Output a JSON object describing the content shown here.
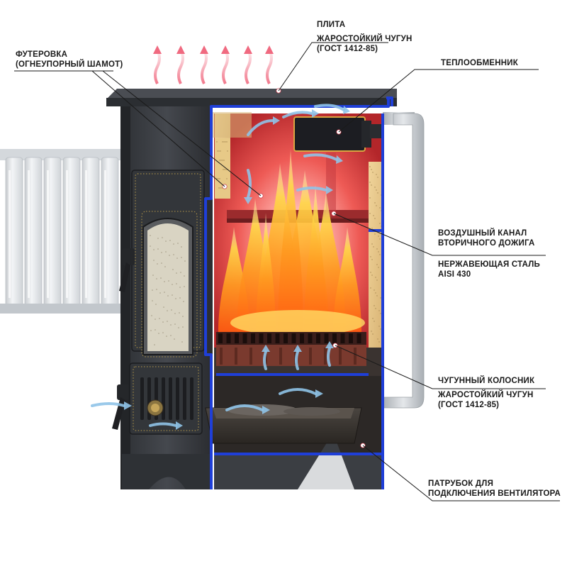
{
  "labels": {
    "lining_line1": "ФУТЕРОВКА",
    "lining_line2": "(ОГНЕУПОРНЫЙ ШАМОТ)",
    "plate_title": "ПЛИТА",
    "plate_material": "ЖАРОСТОЙКИЙ ЧУГУН",
    "plate_standard": "(ГОСТ 1412-85)",
    "heat_exchanger": "ТЕПЛООБМЕННИК",
    "air_channel_line1": "ВОЗДУШНЫЙ КАНАЛ",
    "air_channel_line2": "ВТОРИЧНОГО ДОЖИГА",
    "steel_line1": "НЕРЖАВЕЮЩАЯ СТАЛЬ",
    "steel_line2": "AISI 430",
    "grate_title": "ЧУГУННЫЙ КОЛОСНИК",
    "grate_material": "ЖАРОСТОЙКИЙ ЧУГУН",
    "grate_standard": "(ГОСТ 1412-85)",
    "fan_line1": "ПАТРУБОК ДЛЯ",
    "fan_line2": "ПОДКЛЮЧЕНИЯ ВЕНТИЛЯТОРА"
  },
  "colors": {
    "stove_body": "#3a3d42",
    "stove_dark": "#25272b",
    "steel_blue": "#1f3fd8",
    "chamotte": "#e8c98a",
    "firebox_glow": "#e9474a",
    "flame_orange": "#ff8a1c",
    "flame_yellow": "#ffd23a",
    "leader_line": "#1a1a1a",
    "heat_arrow": "#f0607a",
    "air_arrow": "#8fc3e8",
    "radiator": "#e6e9ec",
    "pipe": "#c9cdd1"
  }
}
